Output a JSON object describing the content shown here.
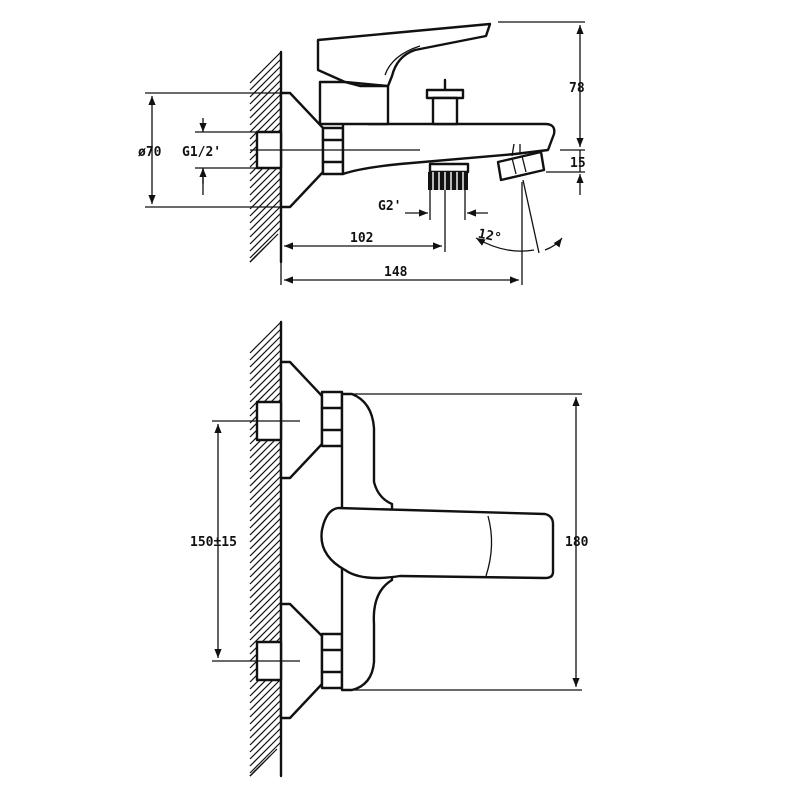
{
  "side_view": {
    "dim_height": "78",
    "dim_flange_diameter": "ø70",
    "dim_thread": "G1/2'",
    "dim_spout_drop": "15",
    "dim_diverter_thread": "G2'",
    "dim_outlet_distance": "102",
    "dim_total_depth": "148",
    "dim_angle": "12°"
  },
  "front_view": {
    "dim_center_distance": "150±15",
    "dim_height": "180"
  }
}
